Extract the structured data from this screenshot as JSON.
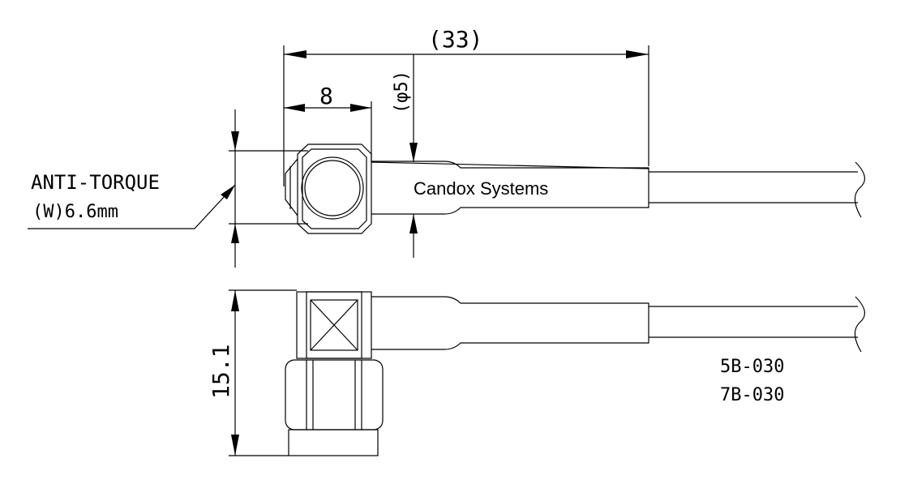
{
  "dimensions": {
    "overall_length": "(33)",
    "nut_width": "8",
    "cable_diameter": "(φ5)",
    "height": "15.1"
  },
  "notes": {
    "anti_torque_title": "ANTI-TORQUE",
    "anti_torque_value": "(W)6.6mm",
    "brand": "Candox Systems",
    "cable_code_1": "5B-030",
    "cable_code_2": "7B-030"
  }
}
